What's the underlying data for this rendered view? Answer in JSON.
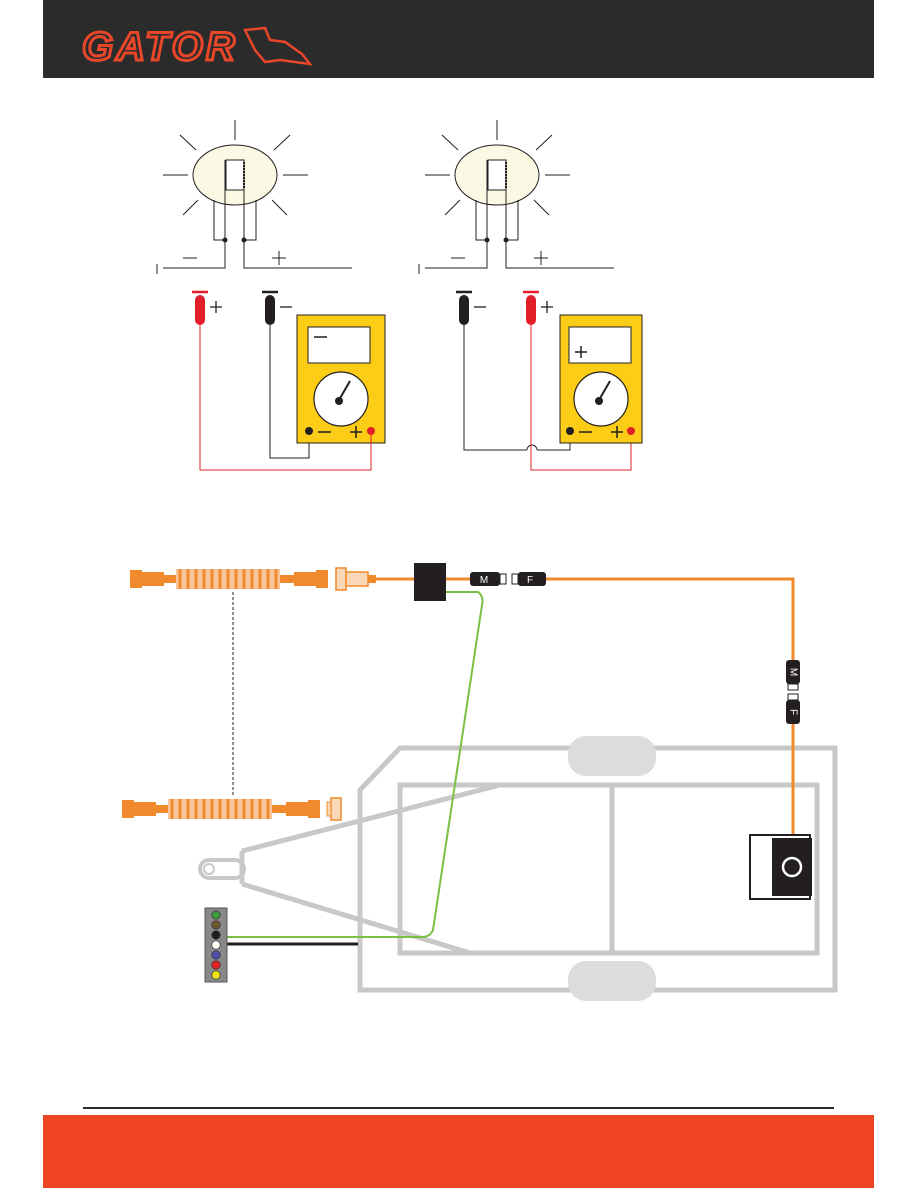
{
  "brand": {
    "logo_text": "GATOR",
    "accent_color": "#e8472a",
    "header_color": "#2b2b2b",
    "footer_color": "#ef4423"
  },
  "connectors": {
    "male_label": "M",
    "female_label": "F"
  },
  "wire_colors": {
    "orange": "#f08a2c",
    "green": "#7ac143",
    "red": "#e3202a",
    "black": "#231f20",
    "trailer_gray": "#c8c8c8"
  },
  "pin_colors": [
    "#3d9a3d",
    "#6b5a2e",
    "#231f20",
    "#ffffff",
    "#4f4fa8",
    "#e3202a",
    "#f5e21a"
  ],
  "icons": {
    "bulb": "bulb-icon",
    "multimeter": "multimeter-icon",
    "probe": "test-probe-icon",
    "camera": "camera-icon",
    "spiral_cable": "spiral-cable-icon",
    "plug": "trailer-plug-icon"
  }
}
